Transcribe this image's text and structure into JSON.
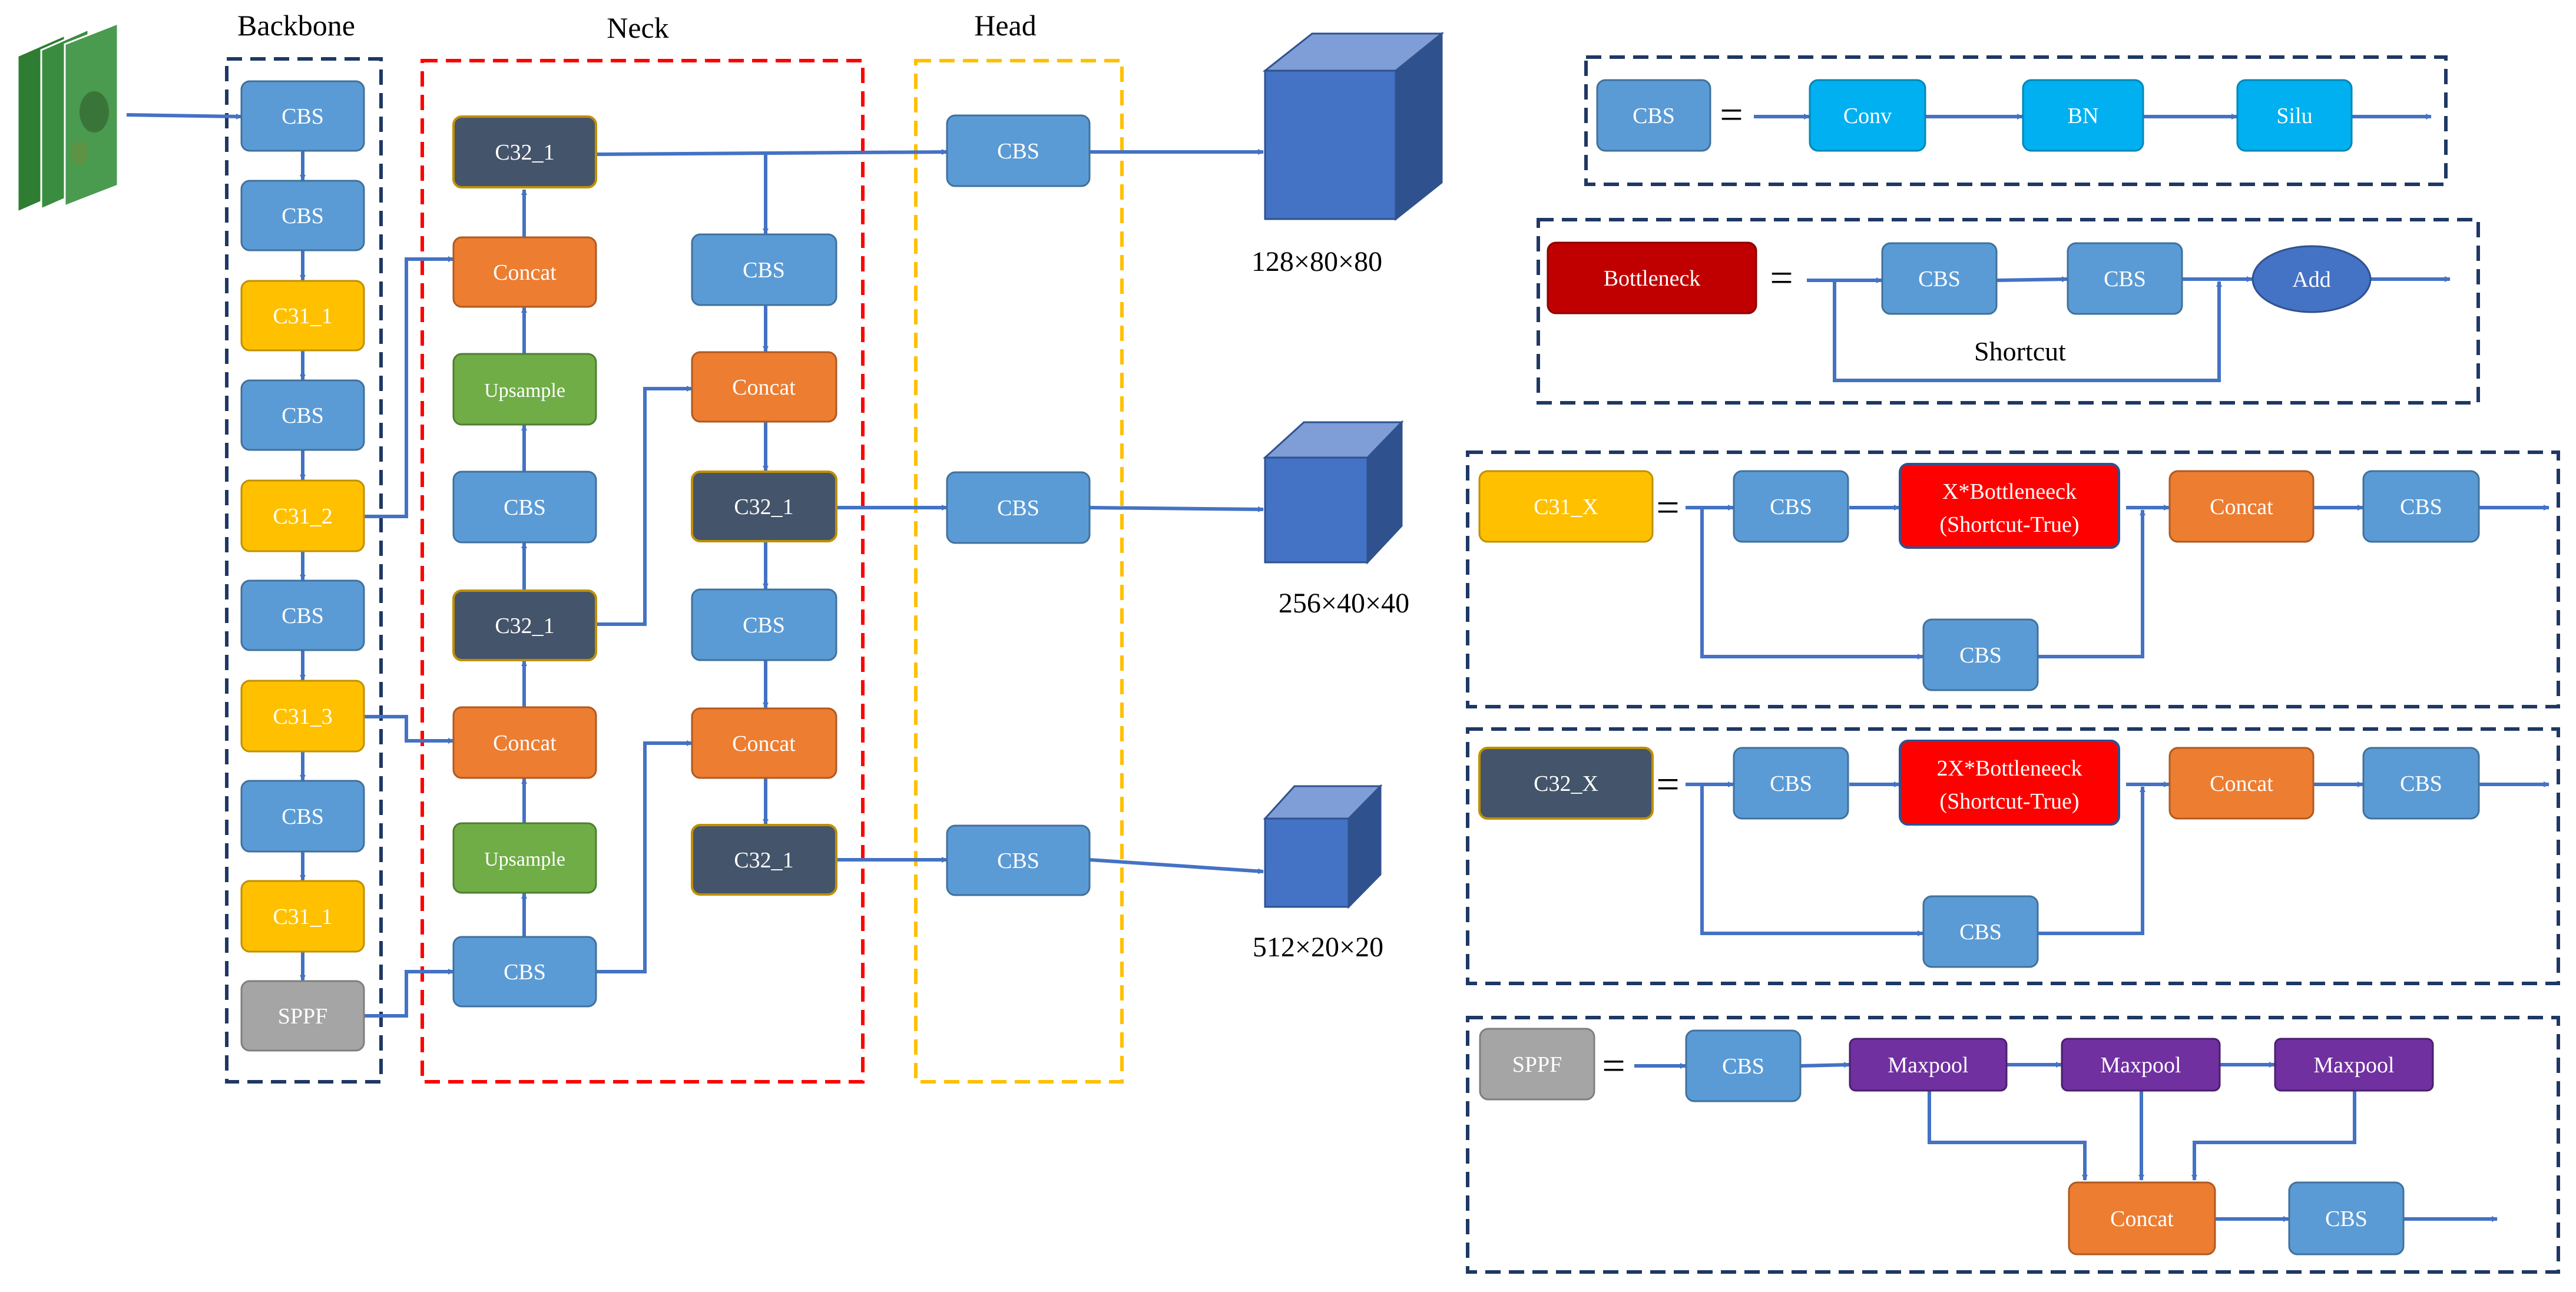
{
  "sections": {
    "backbone": "Backbone",
    "neck": "Neck",
    "head": "Head"
  },
  "backbone": [
    "CBS",
    "CBS",
    "C31_1",
    "CBS",
    "C31_2",
    "CBS",
    "C31_3",
    "CBS",
    "C31_1",
    "SPPF"
  ],
  "neck_left": [
    "C32_1",
    "Concat",
    "Upsample",
    "CBS",
    "C32_1",
    "Concat",
    "Upsample",
    "CBS"
  ],
  "neck_right": [
    "CBS",
    "Concat",
    "C32_1",
    "CBS",
    "Concat",
    "C32_1"
  ],
  "head": [
    "CBS",
    "CBS",
    "CBS"
  ],
  "outputs": [
    "128×80×80",
    "256×40×40",
    "512×20×20"
  ],
  "legend": {
    "cbs": {
      "name": "CBS",
      "eq": "=",
      "parts": [
        "Conv",
        "BN",
        "Silu"
      ]
    },
    "bottleneck": {
      "name": "Bottleneck",
      "eq": "=",
      "parts": [
        "CBS",
        "CBS",
        "Add"
      ],
      "shortcut": "Shortcut"
    },
    "c31": {
      "name": "C31_X",
      "eq": "=",
      "cbs1": "CBS",
      "bottleneck_line1": "X*Bottleneeck",
      "bottleneck_line2": "(Shortcut-True)",
      "concat": "Concat",
      "cbs2": "CBS",
      "branch": "CBS"
    },
    "c32": {
      "name": "C32_X",
      "eq": "=",
      "cbs1": "CBS",
      "bottleneck_line1": "2X*Bottleneeck",
      "bottleneck_line2": "(Shortcut-True)",
      "concat": "Concat",
      "cbs2": "CBS",
      "branch": "CBS"
    },
    "sppf": {
      "name": "SPPF",
      "eq": "=",
      "cbs": "CBS",
      "pools": [
        "Maxpool",
        "Maxpool",
        "Maxpool"
      ],
      "concat": "Concat",
      "cbs2": "CBS"
    }
  },
  "colors": {
    "cbs": "#5b9bd5",
    "c31": "#ffc000",
    "c32": "#44546a",
    "concat": "#ed7d31",
    "upsample": "#70ad47",
    "sppf": "#a5a5a5",
    "conv_bn_silu": "#00b0f0",
    "bottleneck": "#c00000",
    "bottleneck_x": "#ff0000",
    "maxpool": "#7030a0",
    "add": "#4472c4",
    "arrow": "#4472c4",
    "cube": "#4472c4"
  }
}
